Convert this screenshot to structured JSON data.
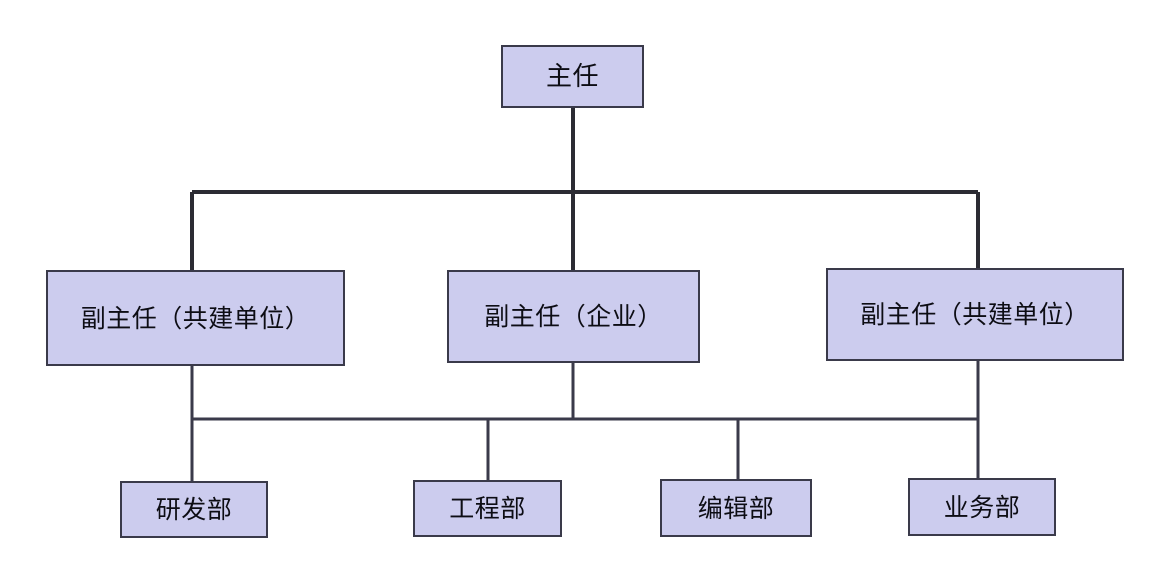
{
  "chart_data": {
    "type": "diagram",
    "subtype": "organization-chart",
    "title": "",
    "orientation": "top-down",
    "levels": 3,
    "nodes": [
      {
        "id": "director",
        "label": "主任",
        "level": 1
      },
      {
        "id": "deputy-partner-1",
        "label": "副主任（共建单位）",
        "level": 2
      },
      {
        "id": "deputy-company",
        "label": "副主任（企业）",
        "level": 2
      },
      {
        "id": "deputy-partner-2",
        "label": "副主任（共建单位）",
        "level": 2
      },
      {
        "id": "dept-rd",
        "label": "研发部",
        "level": 3
      },
      {
        "id": "dept-engineering",
        "label": "工程部",
        "level": 3
      },
      {
        "id": "dept-editorial",
        "label": "编辑部",
        "level": 3
      },
      {
        "id": "dept-business",
        "label": "业务部",
        "level": 3
      }
    ],
    "edges": [
      {
        "from": "director",
        "to": "deputy-partner-1"
      },
      {
        "from": "director",
        "to": "deputy-company"
      },
      {
        "from": "director",
        "to": "deputy-partner-2"
      },
      {
        "from": "deputy-partner-1",
        "to": "dept-rd"
      },
      {
        "from": "deputy-company",
        "to": "dept-engineering"
      },
      {
        "from": "deputy-company",
        "to": "dept-editorial"
      },
      {
        "from": "deputy-partner-2",
        "to": "dept-business"
      }
    ],
    "colors": {
      "node_fill": "#ccccee",
      "node_border": "#3a3a4a",
      "connector": "#2b2b33",
      "text": "#0d0d14",
      "background": "#ffffff"
    }
  },
  "chart": {
    "director": {
      "label": "主任"
    },
    "deputies": [
      {
        "label": "副主任（共建单位）"
      },
      {
        "label": "副主任（企业）"
      },
      {
        "label": "副主任（共建单位）"
      }
    ],
    "departments": [
      {
        "label": "研发部"
      },
      {
        "label": "工程部"
      },
      {
        "label": "编辑部"
      },
      {
        "label": "业务部"
      }
    ]
  }
}
